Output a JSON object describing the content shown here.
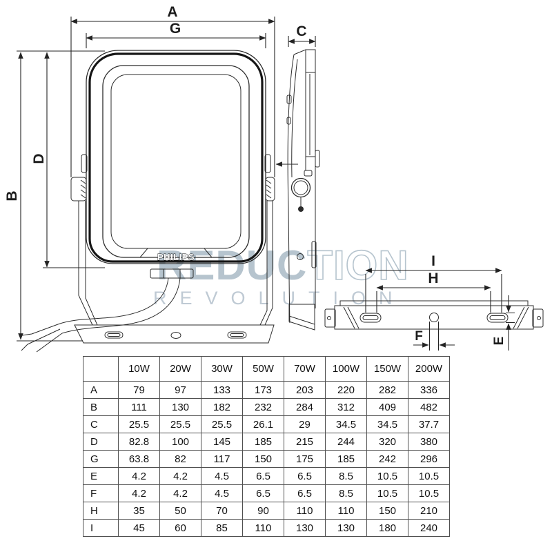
{
  "watermark": {
    "line1_solid": "REDUC",
    "line1_outline": "TION",
    "line2": "REVOLUTION",
    "color": "#b6c4ce"
  },
  "brand": {
    "logo_text": "PHILIPS"
  },
  "dimension_labels": {
    "overall_width": "A",
    "body_width": "G",
    "overall_height": "B",
    "body_height": "D",
    "depth": "C",
    "slot_span_outer": "I",
    "slot_span_inner": "H",
    "center_hole": "F",
    "slot_height": "E"
  },
  "table": {
    "columns": [
      "",
      "10W",
      "20W",
      "30W",
      "50W",
      "70W",
      "100W",
      "150W",
      "200W"
    ],
    "rows": [
      {
        "label": "A",
        "values": [
          "79",
          "97",
          "133",
          "173",
          "203",
          "220",
          "282",
          "336"
        ]
      },
      {
        "label": "B",
        "values": [
          "111",
          "130",
          "182",
          "232",
          "284",
          "312",
          "409",
          "482"
        ]
      },
      {
        "label": "C",
        "values": [
          "25.5",
          "25.5",
          "25.5",
          "26.1",
          "29",
          "34.5",
          "34.5",
          "37.7"
        ]
      },
      {
        "label": "D",
        "values": [
          "82.8",
          "100",
          "145",
          "185",
          "215",
          "244",
          "320",
          "380"
        ]
      },
      {
        "label": "G",
        "values": [
          "63.8",
          "82",
          "117",
          "150",
          "175",
          "185",
          "242",
          "296"
        ]
      },
      {
        "label": "E",
        "values": [
          "4.2",
          "4.2",
          "4.5",
          "6.5",
          "6.5",
          "8.5",
          "10.5",
          "10.5"
        ]
      },
      {
        "label": "F",
        "values": [
          "4.2",
          "4.2",
          "4.5",
          "6.5",
          "6.5",
          "8.5",
          "10.5",
          "10.5"
        ]
      },
      {
        "label": "H",
        "values": [
          "35",
          "50",
          "70",
          "90",
          "110",
          "110",
          "150",
          "210"
        ]
      },
      {
        "label": "I",
        "values": [
          "45",
          "60",
          "85",
          "110",
          "130",
          "130",
          "180",
          "240"
        ]
      }
    ]
  },
  "colors": {
    "line": "#2b2b2b",
    "table_border": "#4f4f4f",
    "watermark_solid": "#b6c4ce",
    "watermark_light": "#bfcad4"
  }
}
